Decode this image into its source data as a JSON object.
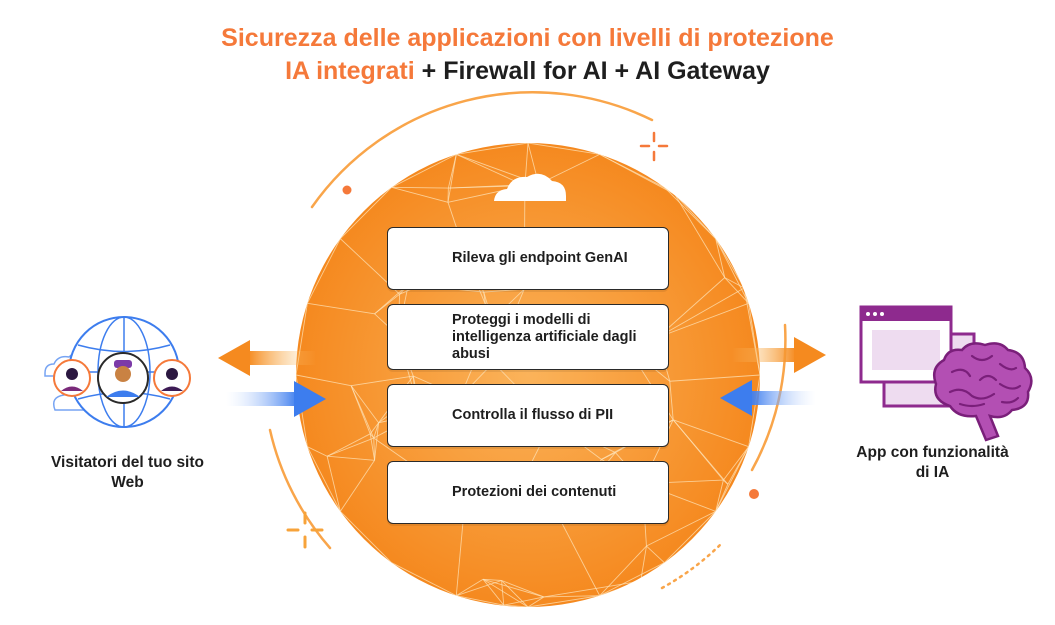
{
  "title": {
    "line1": "Sicurezza delle applicazioni con livelli di protezione",
    "line2_highlight": "IA integrati",
    "line2_rest": " + Firewall for AI + AI Gateway"
  },
  "cards": [
    {
      "label": "Rileva gli endpoint GenAI",
      "icon": "magnifier-chart-icon"
    },
    {
      "label": "Proteggi i modelli di intelligenza artificiale dagli abusi",
      "icon": "brick-wall-icon"
    },
    {
      "label": "Controlla il flusso di PII",
      "icon": "shield-check-icon"
    },
    {
      "label": "Protezioni dei contenuti",
      "icon": "refresh-check-icon"
    }
  ],
  "left_caption": "Visitatori del tuo sito Web",
  "right_caption": "App con funzionalità di IA",
  "colors": {
    "orange": "#f5793a",
    "orange_light": "#fbae40",
    "blue": "#3d7dee",
    "purple": "#8e2a8e",
    "purple_light": "#eedcf0"
  }
}
